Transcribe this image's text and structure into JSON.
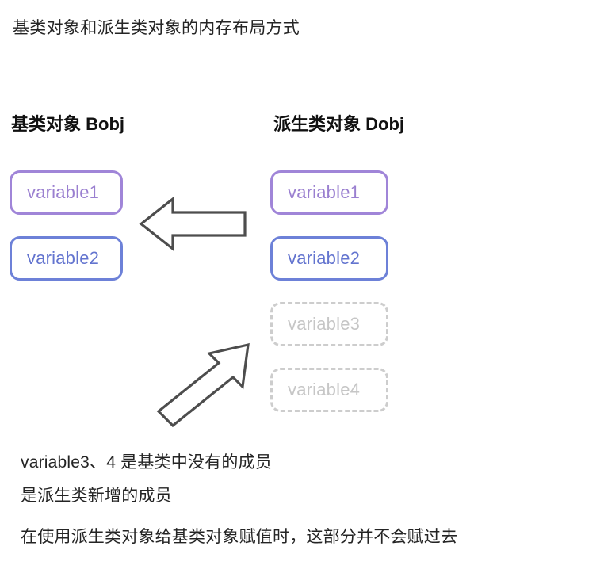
{
  "title": "基类对象和派生类对象的内存布局方式",
  "columns": {
    "left": {
      "heading": "基类对象 Bobj",
      "boxes": [
        {
          "label": "variable1",
          "style": "solid-purple"
        },
        {
          "label": "variable2",
          "style": "solid-blue"
        }
      ]
    },
    "right": {
      "heading": "派生类对象 Dobj",
      "boxes": [
        {
          "label": "variable1",
          "style": "solid-purple"
        },
        {
          "label": "variable2",
          "style": "solid-blue"
        },
        {
          "label": "variable3",
          "style": "dashed-gray"
        },
        {
          "label": "variable4",
          "style": "dashed-gray"
        }
      ]
    }
  },
  "arrows": [
    {
      "name": "copy-arrow-left",
      "direction": "left"
    },
    {
      "name": "excluded-members-arrow",
      "direction": "up-right"
    }
  ],
  "captions": [
    "variable3、4 是基类中没有的成员",
    "是派生类新增的成员",
    "在使用派生类对象给基类对象赋值时，这部分并不会赋过去"
  ],
  "colors": {
    "background": "#ffffff",
    "title_text": "#252525",
    "heading_text": "#111111",
    "purple_border": "#a085d8",
    "purple_text": "#9a7fd0",
    "blue_border": "#6d81d8",
    "blue_text": "#6374cf",
    "dashed_border": "#cdcdcd",
    "dashed_text": "#c6c6c6",
    "arrow_stroke": "#4d4d4d",
    "arrow_fill": "#ffffff",
    "caption_text": "#242424"
  }
}
